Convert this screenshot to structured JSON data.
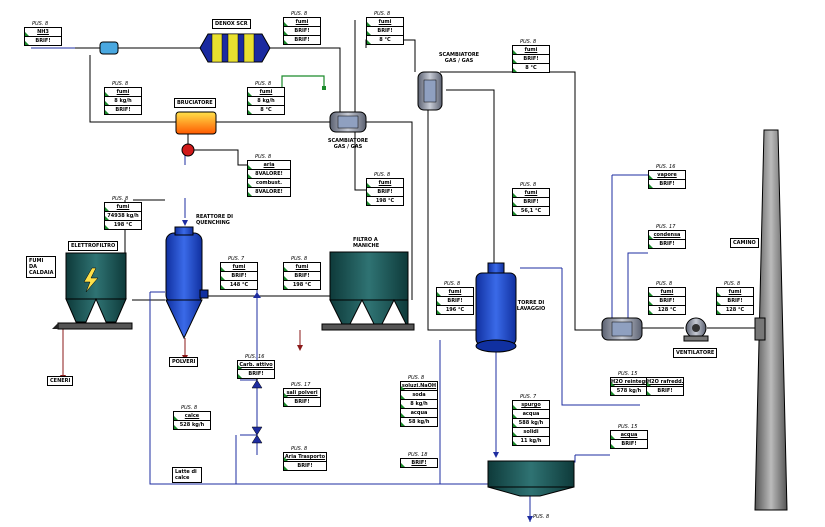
{
  "units": [
    {
      "key": "denox",
      "label": "DENOX SCR"
    },
    {
      "key": "bruciatore",
      "label": "BRUCIATORE"
    },
    {
      "key": "scamb1",
      "label": "SCAMBIATORE GAS / GAS"
    },
    {
      "key": "scamb2",
      "label": "SCAMBIATORE GAS / GAS"
    },
    {
      "key": "reattore",
      "label": "REATTORE DI QUENCHING"
    },
    {
      "key": "elettrofiltro",
      "label": "ELETTROFILTRO"
    },
    {
      "key": "filtro",
      "label": "FILTRO A MANICHE"
    },
    {
      "key": "torre",
      "label": "TORRE DI LAVAGGIO"
    },
    {
      "key": "camino",
      "label": "CAMINO"
    },
    {
      "key": "ventilatore",
      "label": "VENTILATORE"
    },
    {
      "key": "fumi_caldaia",
      "label": "FUMI DA CALDAIA"
    },
    {
      "key": "ceneri",
      "label": "CENERI"
    },
    {
      "key": "polveri",
      "label": "POLVERI"
    },
    {
      "key": "latte_calce",
      "label": "Latte di calce"
    }
  ],
  "streams": [
    {
      "pos": "PUS. 8",
      "rows": [
        "NH3",
        "BRIF!"
      ]
    },
    {
      "pos": "PUS. 8",
      "rows": [
        "fumi",
        "8 kg/h",
        "BRIF!"
      ]
    },
    {
      "pos": "PUS. 8",
      "rows": [
        "fumi",
        "8 kg/h",
        "8 °C"
      ]
    },
    {
      "pos": "PUS. 8",
      "rows": [
        "fumi",
        "BRIF!",
        "BRIF!"
      ]
    },
    {
      "pos": "PUS. 8",
      "rows": [
        "fumi",
        "BRIF!",
        "8 °C"
      ]
    },
    {
      "pos": "PUS. 8",
      "rows": [
        "fumi",
        "BRIF!",
        "8 °C"
      ]
    },
    {
      "pos": "PUS. 8",
      "rows": [
        "aria",
        "8VALORE!",
        "combust.",
        "8VALORE!"
      ]
    },
    {
      "pos": "PUS. 8",
      "rows": [
        "fumi",
        "74938 kg/h",
        "198 °C"
      ]
    },
    {
      "pos": "PUS. 8",
      "rows": [
        "fumi",
        "BRIF!",
        "198 °C"
      ]
    },
    {
      "pos": "PUS. 8",
      "rows": [
        "fumi",
        "BRIF!",
        "56,1 °C"
      ]
    },
    {
      "pos": "PUS. 7",
      "rows": [
        "fumi",
        "BRIF!",
        "148 °C"
      ]
    },
    {
      "pos": "PUS. 8",
      "rows": [
        "fumi",
        "BRIF!",
        "198 °C"
      ]
    },
    {
      "pos": "PUS. 8",
      "rows": [
        "fumi",
        "BRIF!",
        "196 °C"
      ]
    },
    {
      "pos": "PUS. 16",
      "rows": [
        "vapore",
        "BRIF!"
      ]
    },
    {
      "pos": "PUS. 17",
      "rows": [
        "condensa",
        "BRIF!"
      ]
    },
    {
      "pos": "PUS. 8",
      "rows": [
        "fumi",
        "BRIF!",
        "128 °C"
      ]
    },
    {
      "pos": "PUS. 8",
      "rows": [
        "fumi",
        "BRIF!",
        "128 °C"
      ]
    },
    {
      "pos": "PUS. 16",
      "rows": [
        "Carb. attivo",
        "BRIF!"
      ]
    },
    {
      "pos": "PUS. 17",
      "rows": [
        "sali polveri",
        "BRIF!"
      ]
    },
    {
      "pos": "PUS. 8",
      "rows": [
        "calce",
        "528 kg/h"
      ]
    },
    {
      "pos": "PUS. 8",
      "rows": [
        "Aria Trasporto",
        "BRIF!"
      ]
    },
    {
      "pos": "PUS. 18",
      "rows": [
        "BRIF!"
      ]
    },
    {
      "pos": "PUS. 8",
      "rows": [
        "soluzi.NaOH",
        "soda",
        "8 kg/h",
        "acqua",
        "58 kg/h"
      ]
    },
    {
      "pos": "PUS. 7",
      "rows": [
        "spurgo",
        "acqua",
        "588 kg/h",
        "solidi",
        "11 kg/h"
      ]
    },
    {
      "pos": "PUS. 15",
      "rows": [
        "acqua",
        "BRIF!"
      ]
    },
    {
      "pos": "PUS. 15",
      "rows": [
        "H2O reintegr.",
        "578 kg/h"
      ]
    },
    {
      "pos": "",
      "rows": [
        "H2O rafredd.",
        "BRIF!"
      ]
    },
    {
      "pos": "PUS. 8",
      "rows": []
    }
  ]
}
